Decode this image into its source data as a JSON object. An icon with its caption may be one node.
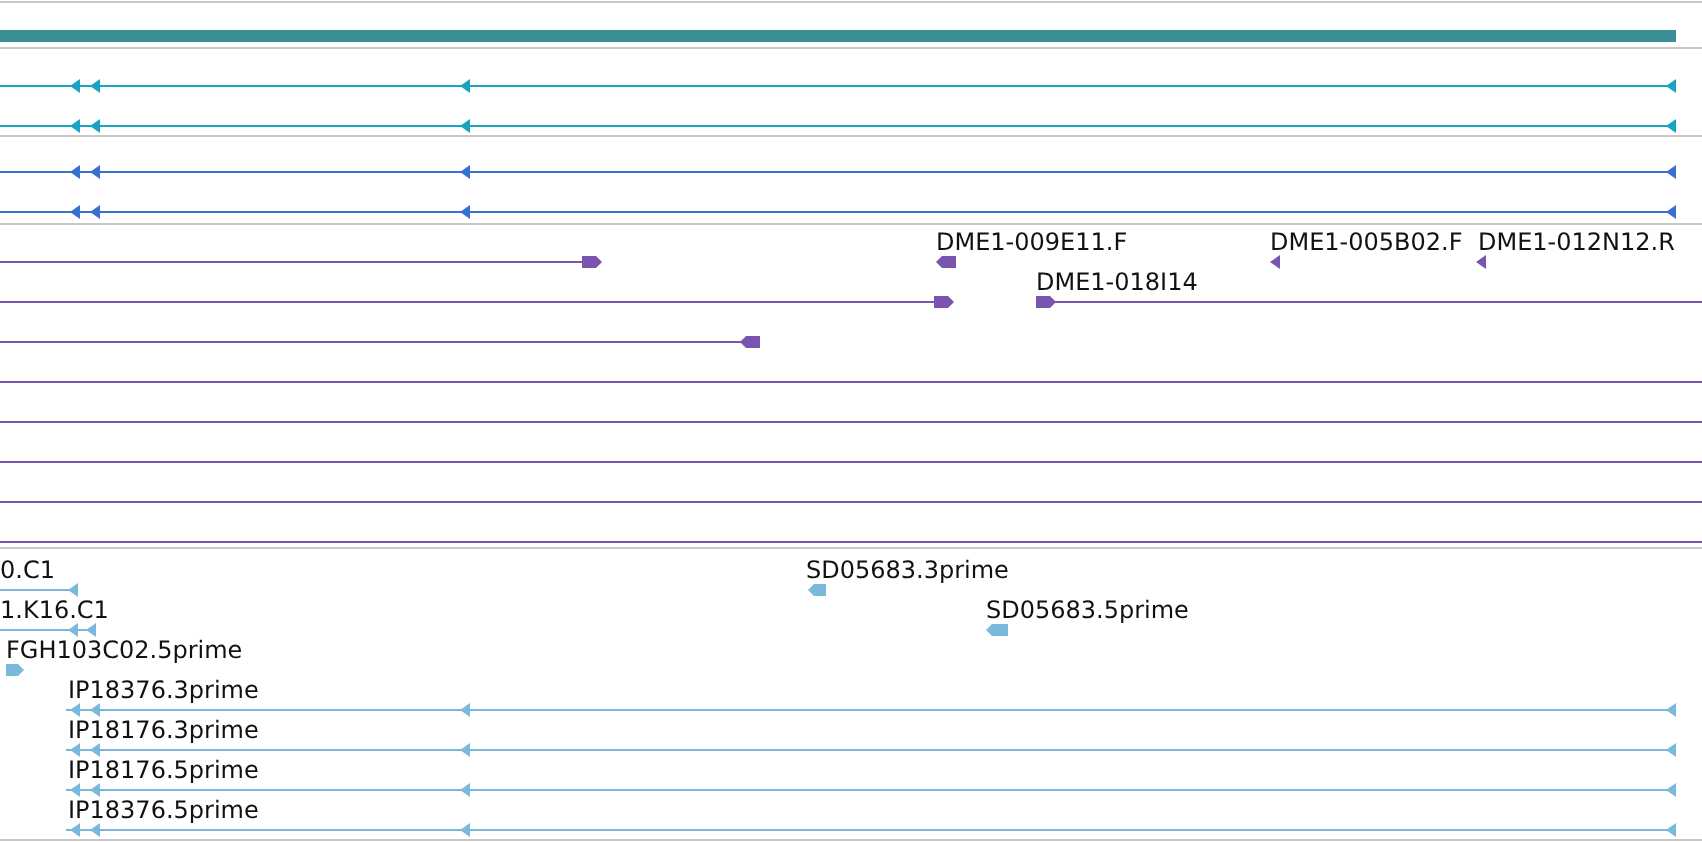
{
  "diagram": {
    "labels": [
      "DME1-009E11.F",
      "DME1-005B02.F",
      "DME1-012N12.R",
      "DME1-018I14",
      "0.C1",
      "SD05683.3prime",
      "1.K16.C1",
      "SD05683.5prime",
      "FGH103C02.5prime",
      "IP18376.3prime",
      "IP18176.3prime",
      "IP18176.5prime",
      "IP18376.5prime"
    ]
  }
}
